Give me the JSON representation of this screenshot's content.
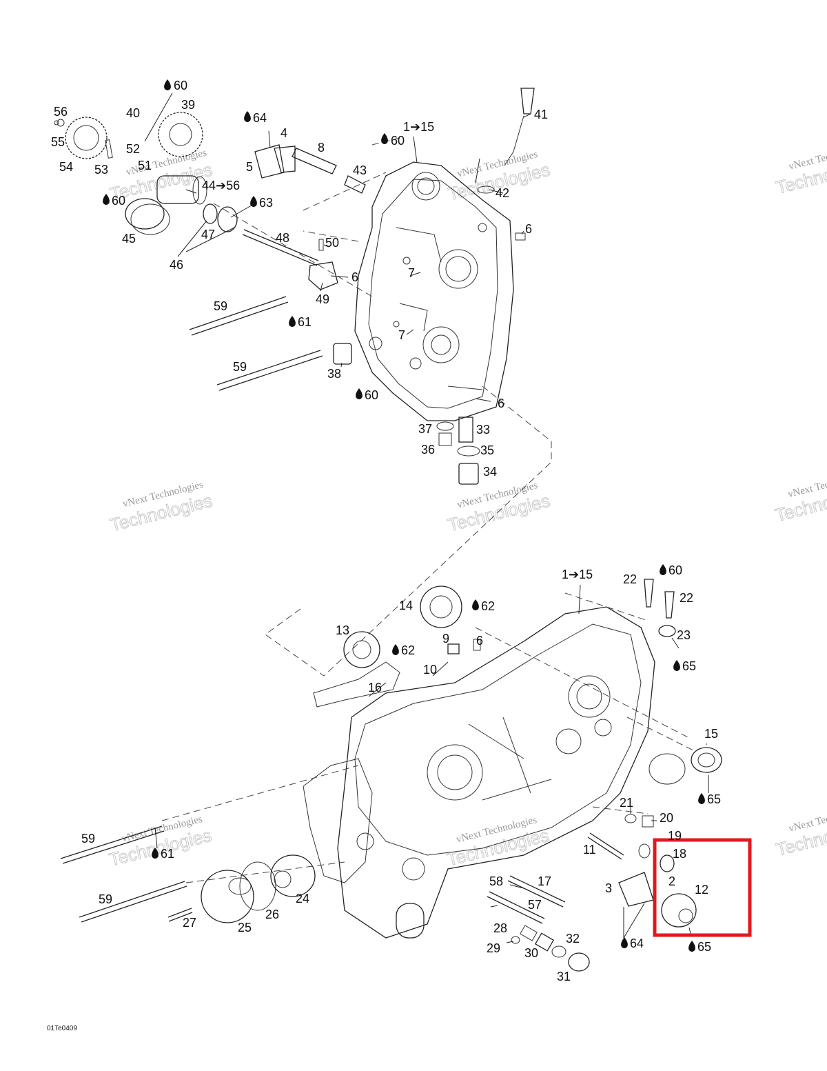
{
  "diagram_id": "01Te0409",
  "watermark": {
    "line1": "vNext Technologies",
    "line2": "Technologies",
    "line3": "vNext"
  },
  "highlight_color": "#e0191f",
  "upper_labels": {
    "l56": "56",
    "l55": "55",
    "l54": "54",
    "l53": "53",
    "l52": "52",
    "l51": "51",
    "l40": "40",
    "l39": "39",
    "l60a": "60",
    "l60b": "60",
    "l64": "64",
    "l4": "4",
    "l5": "5",
    "l8": "8",
    "l43": "43",
    "l60c": "60",
    "l1_15": "1➔15",
    "l41": "41",
    "l42": "42",
    "l44_56": "44➔56",
    "l63": "63",
    "l45": "45",
    "l47": "47",
    "l46": "46",
    "l48": "48",
    "l50": "50",
    "l6a": "6",
    "l7a": "7",
    "l6b": "6",
    "l49": "49",
    "l59a": "59",
    "l61": "61",
    "l7b": "7",
    "l59b": "59",
    "l38": "38",
    "l60d": "60",
    "l6c": "6",
    "l37": "37",
    "l33": "33",
    "l36": "36",
    "l35": "35",
    "l34": "34"
  },
  "lower_labels": {
    "l1_15": "1➔15",
    "l60": "60",
    "l22a": "22",
    "l22b": "22",
    "l14": "14",
    "l62a": "62",
    "l13": "13",
    "l62b": "62",
    "l9": "9",
    "l6": "6",
    "l23": "23",
    "l65a": "65",
    "l10": "10",
    "l16": "16",
    "l15": "15",
    "l65b": "65",
    "l21": "21",
    "l20": "20",
    "l19": "19",
    "l11": "11",
    "l18": "18",
    "l59a": "59",
    "l61": "61",
    "l2": "2",
    "l3": "3",
    "l12": "12",
    "l17": "17",
    "l58": "58",
    "l24": "24",
    "l59b": "59",
    "l26": "26",
    "l57": "57",
    "l27": "27",
    "l25": "25",
    "l28": "28",
    "l32": "32",
    "l29": "29",
    "l30": "30",
    "l64": "64",
    "l65c": "65",
    "l31": "31"
  }
}
